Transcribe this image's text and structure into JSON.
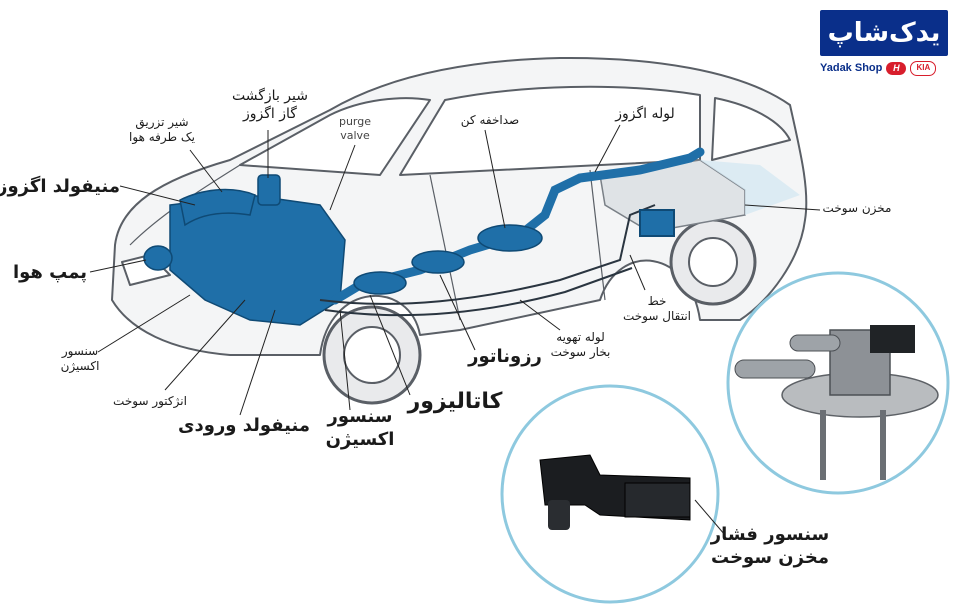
{
  "logo": {
    "persian_text": "یدک‌شاپ",
    "latin_text": "Yadak Shop",
    "brand_marks": [
      "hyundai-logo",
      "kia-logo"
    ]
  },
  "labels": {
    "exhaust_manifold": "منیفولد اگزوز",
    "one_way_air_valve": [
      "شیر تزریق",
      "یک طرفه هوا"
    ],
    "egr_valve": [
      "شیر بازگشت",
      "گاز اگزوز"
    ],
    "purge_valve": [
      "purge",
      "valve"
    ],
    "muffler": "صداخفه کن",
    "exhaust_pipe": "لوله اگزوز",
    "fuel_tank": "مخزن سوخت",
    "air_pump": "پمپ هوا",
    "oxygen_sensor_front": [
      "سنسور",
      "اکسیژن"
    ],
    "injector": "انژکتور سوخت",
    "intake_manifold": "منیفولد ورودی",
    "oxygen_sensor_rear": [
      "سنسور",
      "اکسیژن"
    ],
    "catalytic_converter": "کاتالیزور",
    "resonator": "رزوناتور",
    "fuel_vapor_vent_pipe": [
      "لوله تهویه",
      "بخار سوخت"
    ],
    "fuel_line": [
      "خط",
      "انتقال سوخت"
    ],
    "fuel_tank_pressure_sensor": [
      "سنسور فشار",
      "مخزن سوخت"
    ]
  },
  "colors": {
    "exhaust_blue": "#1f6fa8",
    "car_outline": "#5a5f66",
    "callout_ring": "#8ec9df",
    "logo_blue": "#0a2f8a",
    "logo_red": "#d81e2c"
  }
}
